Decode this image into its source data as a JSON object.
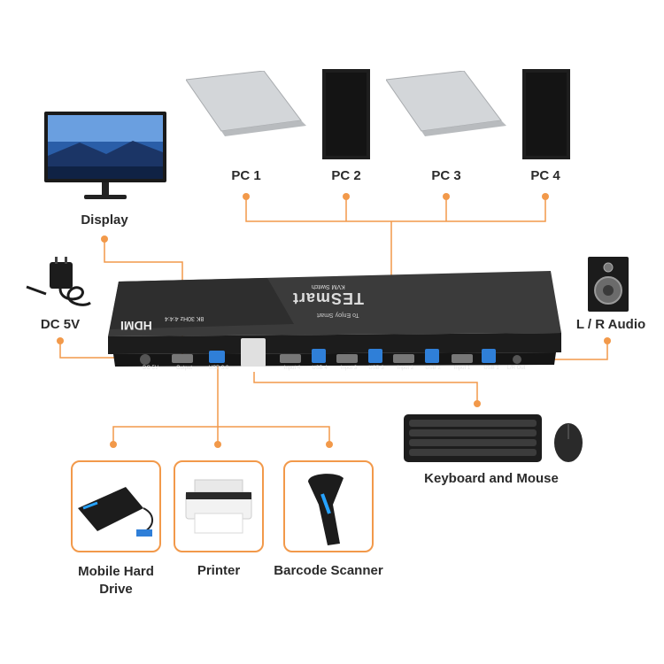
{
  "colors": {
    "accent": "#f2994a",
    "device_body": "#3a3a3a",
    "device_front": "#1f1f1f",
    "usb_blue": "#2f7fd8"
  },
  "labels": {
    "pc1": "PC 1",
    "pc2": "PC 2",
    "pc3": "PC 3",
    "pc4": "PC 4",
    "display": "Display",
    "dc": "DC 5V",
    "audio": "L / R Audio",
    "keyboard_mouse": "Keyboard and Mouse",
    "hard_drive": "Mobile Hard\nDrive",
    "printer": "Printer",
    "scanner": "Barcode Scanner"
  },
  "device": {
    "brand": "TESmart",
    "model": "KVM Switch",
    "tagline": "To Enjoy Smart",
    "hdmi_logo": "HDMI",
    "spec": "8K 30Hz 4:4:4",
    "ports": [
      "DC 5V",
      "Output",
      "USB 3.0",
      "Input 4",
      "USB 4",
      "Input 3",
      "USB 3",
      "Input 2",
      "USB 2",
      "Input 1",
      "USB 1",
      "L/R Out"
    ]
  }
}
